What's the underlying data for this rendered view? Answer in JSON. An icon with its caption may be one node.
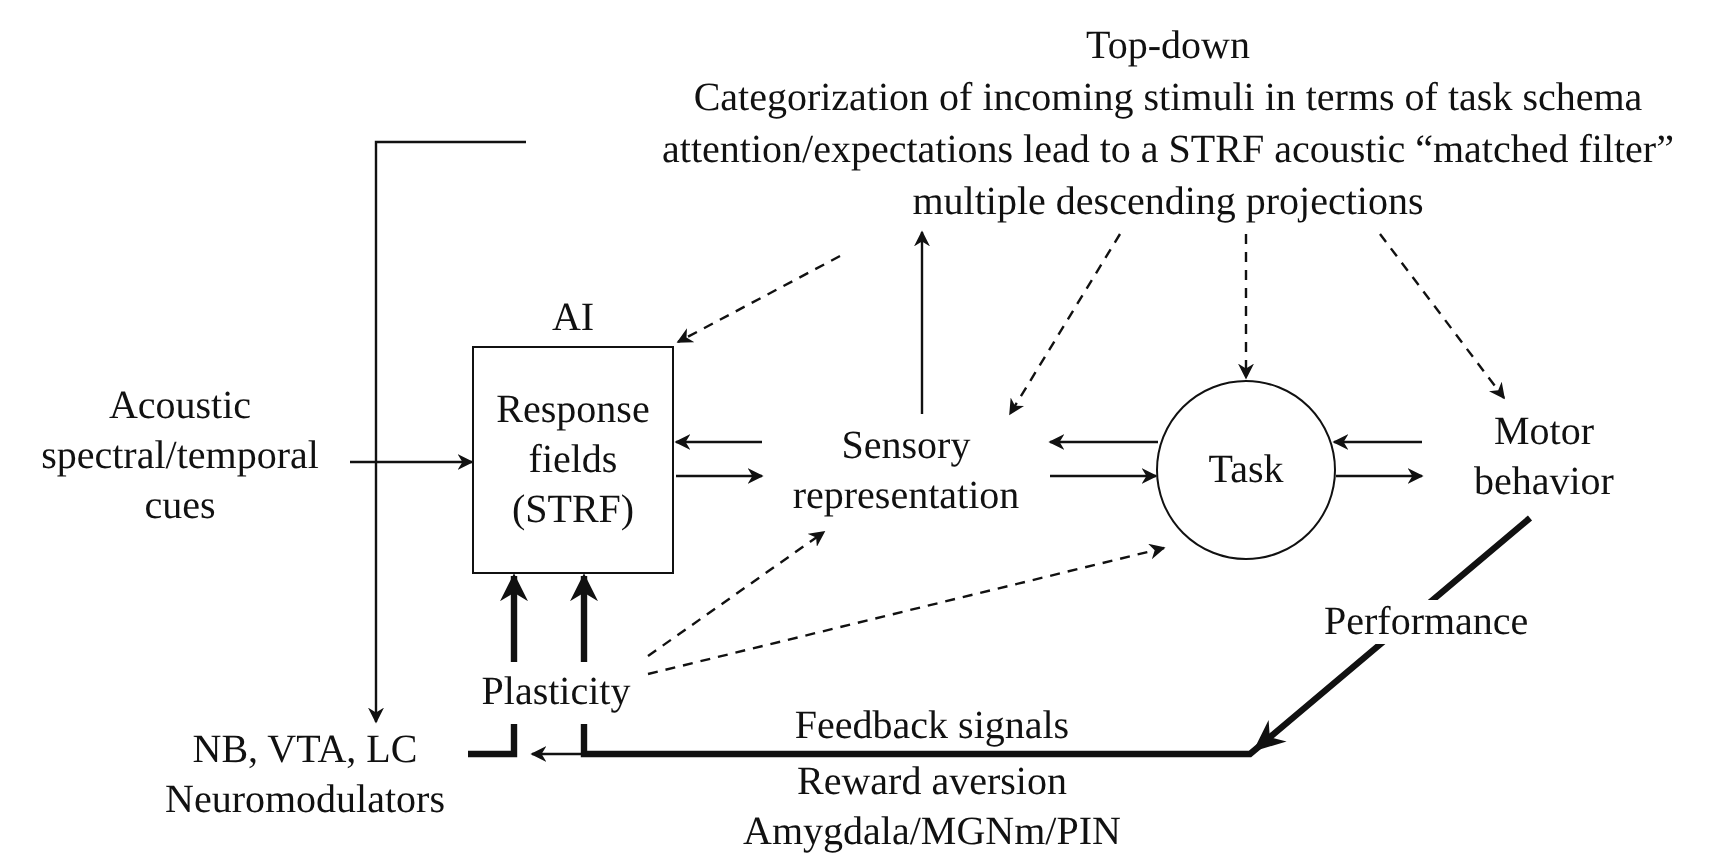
{
  "diagram": {
    "nodes": [
      {
        "text": [
          "Top-down",
          "Categorization of incoming stimuli in terms of task schema",
          "attention/expectations lead to a STRF acoustic “matched filter”",
          "multiple descending projections"
        ]
      },
      {
        "text": [
          "Acoustic spectral/temporal cues"
        ]
      },
      {
        "text": [
          "AI",
          "Response fields (STRF)"
        ]
      },
      {
        "text": [
          "Sensory representation"
        ]
      },
      {
        "text": [
          "Task"
        ]
      },
      {
        "text": [
          "Motor behavior"
        ]
      },
      {
        "text": [
          "Plasticity"
        ]
      },
      {
        "text": [
          "NB, VTA, LC",
          "Neuromodulators"
        ]
      }
    ],
    "edges": [
      {
        "from": 0,
        "to": 2,
        "arrow": "to",
        "style": "dashed"
      },
      {
        "from": 0,
        "to": 3,
        "arrow": "to",
        "style": "dashed"
      },
      {
        "from": 3,
        "to": 0,
        "arrow": "to"
      },
      {
        "from": 0,
        "to": 4,
        "arrow": "to",
        "style": "dashed"
      },
      {
        "from": 0,
        "to": 5,
        "arrow": "to",
        "style": "dashed"
      },
      {
        "from": 0,
        "to": 7,
        "arrow": "to"
      },
      {
        "from": 1,
        "to": 2,
        "arrow": "to"
      },
      {
        "from": 3,
        "to": 2,
        "arrow": "to"
      },
      {
        "from": 2,
        "to": 3,
        "arrow": "to"
      },
      {
        "from": 4,
        "to": 3,
        "arrow": "to"
      },
      {
        "from": 3,
        "to": 4,
        "arrow": "to"
      },
      {
        "from": 5,
        "to": 4,
        "arrow": "to"
      },
      {
        "from": 4,
        "to": 5,
        "arrow": "to"
      },
      {
        "from": 6,
        "to": 2,
        "arrow": "to",
        "style": "thick"
      },
      {
        "from": 6,
        "to": 2,
        "arrow": "to",
        "style": "thick"
      },
      {
        "from": 7,
        "to": 6,
        "arrow": "none",
        "style": "thick"
      },
      {
        "from": 5,
        "to": 6,
        "arrow": "to",
        "style": "thick",
        "label": "Performance"
      },
      {
        "from": 6,
        "to": null,
        "arrow": "to"
      },
      {
        "from": 6,
        "to": 3,
        "arrow": "to",
        "style": "dashed"
      },
      {
        "from": 6,
        "to": 4,
        "arrow": "to",
        "style": "dashed"
      }
    ],
    "labels": [
      "Feedback signals",
      "Reward aversion",
      "Amygdala/MGNm/PIN"
    ]
  }
}
